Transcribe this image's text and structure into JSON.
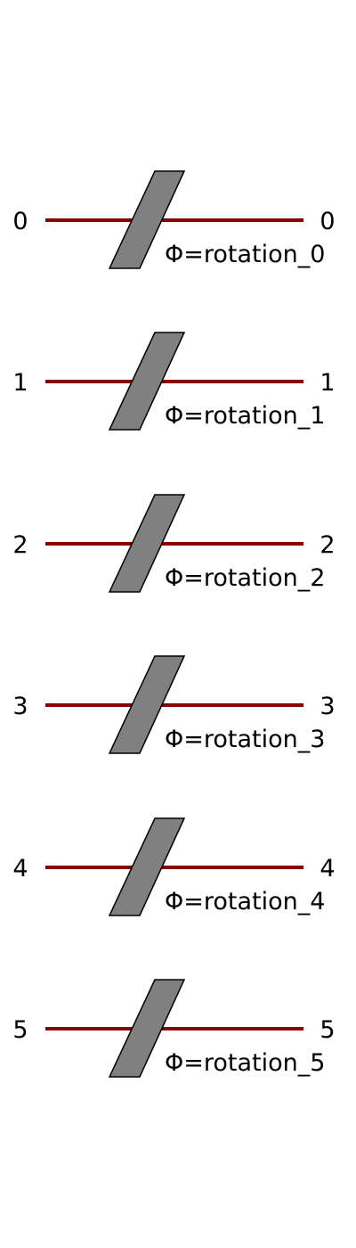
{
  "circuit": {
    "wire_color": "#8b0000",
    "component_fill": "#808080",
    "component_outline": "#000000",
    "modes": [
      {
        "input_label": "0",
        "output_label": "0",
        "phase_label": "Φ=rotation_0"
      },
      {
        "input_label": "1",
        "output_label": "1",
        "phase_label": "Φ=rotation_1"
      },
      {
        "input_label": "2",
        "output_label": "2",
        "phase_label": "Φ=rotation_2"
      },
      {
        "input_label": "3",
        "output_label": "3",
        "phase_label": "Φ=rotation_3"
      },
      {
        "input_label": "4",
        "output_label": "4",
        "phase_label": "Φ=rotation_4"
      },
      {
        "input_label": "5",
        "output_label": "5",
        "phase_label": "Φ=rotation_5"
      }
    ]
  }
}
